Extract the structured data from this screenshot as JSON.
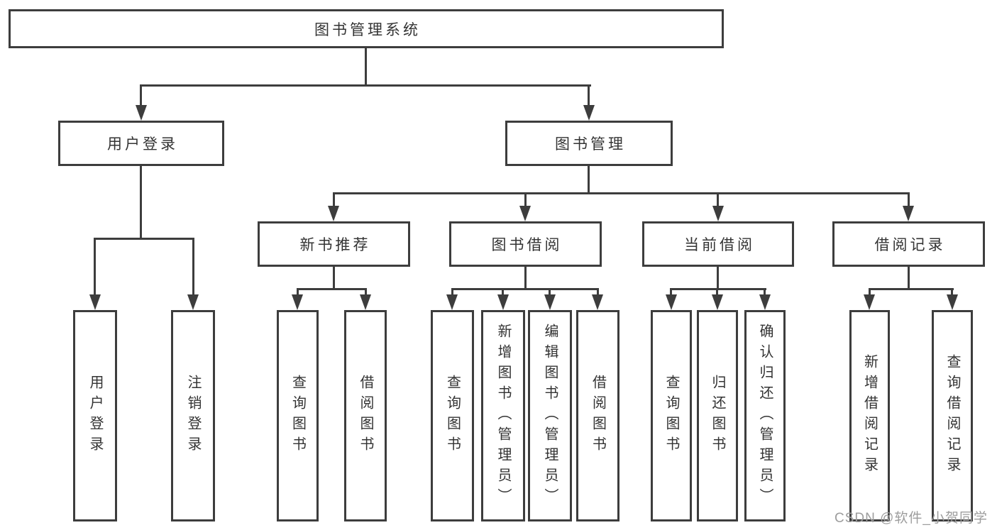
{
  "tree": {
    "root": {
      "label": "图书管理系统"
    },
    "level1": [
      {
        "id": "user-login",
        "label": "用户登录"
      },
      {
        "id": "book-management",
        "label": "图书管理"
      }
    ],
    "level2": [
      {
        "id": "new-book-recommend",
        "label": "新书推荐",
        "parent": "图书管理"
      },
      {
        "id": "book-borrow",
        "label": "图书借阅",
        "parent": "图书管理"
      },
      {
        "id": "current-borrow",
        "label": "当前借阅",
        "parent": "图书管理"
      },
      {
        "id": "borrow-record",
        "label": "借阅记录",
        "parent": "图书管理"
      }
    ],
    "leaves": [
      {
        "id": "leaf-user-login",
        "label": "用户登录",
        "parent": "用户登录"
      },
      {
        "id": "leaf-logout",
        "label": "注销登录",
        "parent": "用户登录"
      },
      {
        "id": "leaf-query-books-1",
        "label": "查询图书",
        "parent": "新书推荐"
      },
      {
        "id": "leaf-borrow-books-1",
        "label": "借阅图书",
        "parent": "新书推荐"
      },
      {
        "id": "leaf-query-books-2",
        "label": "查询图书",
        "parent": "图书借阅"
      },
      {
        "id": "leaf-add-books-admin",
        "label": "新增图书（管理员）",
        "parent": "图书借阅"
      },
      {
        "id": "leaf-edit-books-admin",
        "label": "编辑图书（管理员）",
        "parent": "图书借阅"
      },
      {
        "id": "leaf-borrow-books-2",
        "label": "借阅图书",
        "parent": "图书借阅"
      },
      {
        "id": "leaf-query-books-3",
        "label": "查询图书",
        "parent": "当前借阅"
      },
      {
        "id": "leaf-return-books",
        "label": "归还图书",
        "parent": "当前借阅"
      },
      {
        "id": "leaf-confirm-return-admin",
        "label": "确认归还（管理员）",
        "parent": "当前借阅"
      },
      {
        "id": "leaf-add-borrow-record",
        "label": "新增借阅记录",
        "parent": "借阅记录"
      },
      {
        "id": "leaf-query-borrow-record",
        "label": "查询借阅记录",
        "parent": "借阅记录"
      }
    ]
  },
  "watermark": {
    "text": "CSDN @软件_小贺同学"
  },
  "colors": {
    "line": "#3d3d3d",
    "border": "#3d3d3d",
    "text": "#333333",
    "background": "#ffffff",
    "watermark": "#9d9d9d"
  }
}
